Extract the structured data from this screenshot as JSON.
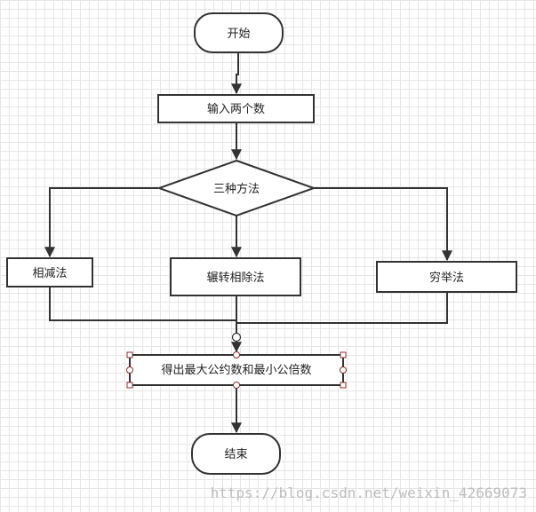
{
  "nodes": {
    "start": "开始",
    "input": "输入两个数",
    "decision": "三种方法",
    "method_subtract": "相减法",
    "method_euclid": "辗转相除法",
    "method_enumerate": "穷举法",
    "result": "得出最大公约数和最小公倍数",
    "end": "结束"
  },
  "watermark": "https://blog.csdn.net/weixin_42669073",
  "colors": {
    "stroke": "#333333",
    "selection": "#8b2c2c",
    "grid": "#e6e6e6"
  }
}
